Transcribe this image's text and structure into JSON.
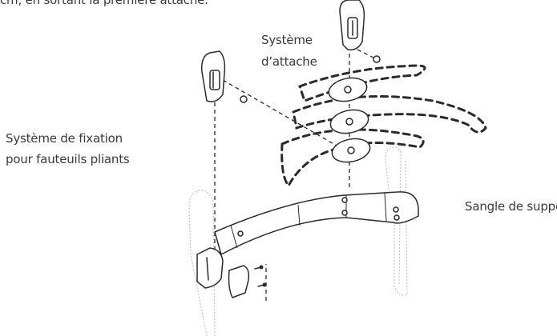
{
  "top_text": "cm, en sortant la première attache.",
  "labels": {
    "attache_line1": "Système",
    "attache_line2": "d’attache",
    "fixation_line1": "Système de fixation",
    "fixation_line2": "pour fauteuils pliants",
    "sangle": "Sangle de support"
  }
}
